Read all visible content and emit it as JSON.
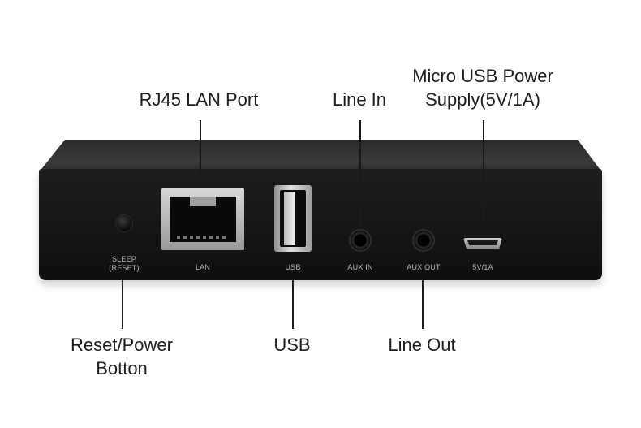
{
  "callouts": {
    "rj45": "RJ45 LAN Port",
    "line_in": "Line In",
    "micro_usb_line1": "Micro USB Power",
    "micro_usb_line2": "Supply(5V/1A)",
    "reset_line1": "Reset/Power",
    "reset_line2": "Botton",
    "usb": "USB",
    "line_out": "Line Out"
  },
  "port_labels": {
    "sleep_line1": "SLEEP",
    "sleep_line2": "(RESET)",
    "lan": "LAN",
    "usb": "USB",
    "aux_in": "AUX IN",
    "aux_out": "AUX OUT",
    "power": "5V/1A"
  },
  "colors": {
    "device": "#151515",
    "port_metal": "#b0b0b0",
    "text": "#1d1d1d"
  }
}
